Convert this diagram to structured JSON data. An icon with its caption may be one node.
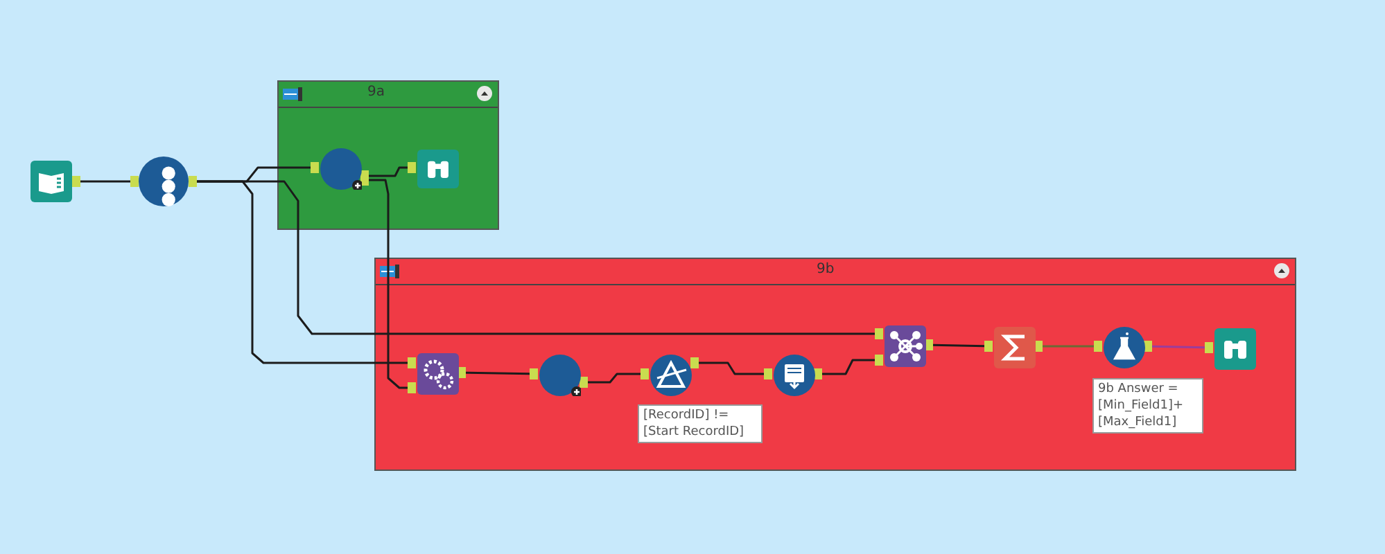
{
  "diagram": {
    "nodes": [
      {
        "text": [
          "9a"
        ]
      },
      {
        "text": [],
        "shape": "box"
      },
      {
        "text": [],
        "shape": "circle"
      },
      {
        "text": [],
        "shape": "circle",
        "in": 0
      },
      {
        "text": [],
        "shape": "box",
        "in": 0
      },
      {
        "text": [
          "9b"
        ]
      },
      {
        "text": [],
        "shape": "box",
        "in": 5
      },
      {
        "text": [],
        "shape": "circle",
        "in": 5
      },
      {
        "text": [],
        "shape": "circle",
        "in": 5,
        "beside": [
          "[RecordID] != [Start RecordID]"
        ]
      },
      {
        "text": [],
        "shape": "circle",
        "in": 5
      },
      {
        "text": [],
        "shape": "box",
        "in": 5
      },
      {
        "text": [],
        "shape": "box",
        "in": 5
      },
      {
        "text": [],
        "shape": "circle",
        "in": 5,
        "beside": [
          "9b Answer = [Min_Field1]+ [Max_Field1]"
        ]
      },
      {
        "text": [],
        "shape": "box",
        "in": 5
      }
    ],
    "edges": [
      {
        "from": 1,
        "to": 2,
        "arrow": "none"
      },
      {
        "from": 2,
        "to": 3,
        "arrow": "none"
      },
      {
        "from": 2,
        "to": 6,
        "arrow": "none"
      },
      {
        "from": 2,
        "to": 10,
        "arrow": "none"
      },
      {
        "from": 3,
        "to": 4,
        "arrow": "none"
      },
      {
        "from": 3,
        "to": 6,
        "arrow": "none"
      },
      {
        "from": 6,
        "to": 7,
        "arrow": "none"
      },
      {
        "from": 7,
        "to": 8,
        "arrow": "none"
      },
      {
        "from": 8,
        "to": 9,
        "arrow": "none"
      },
      {
        "from": 9,
        "to": 10,
        "arrow": "none"
      },
      {
        "from": 10,
        "to": 11,
        "arrow": "none"
      },
      {
        "from": 11,
        "to": 12,
        "arrow": "none",
        "color": "#6b6a35"
      },
      {
        "from": 12,
        "to": 13,
        "arrow": "none",
        "color": "#9b3d9b"
      }
    ]
  }
}
